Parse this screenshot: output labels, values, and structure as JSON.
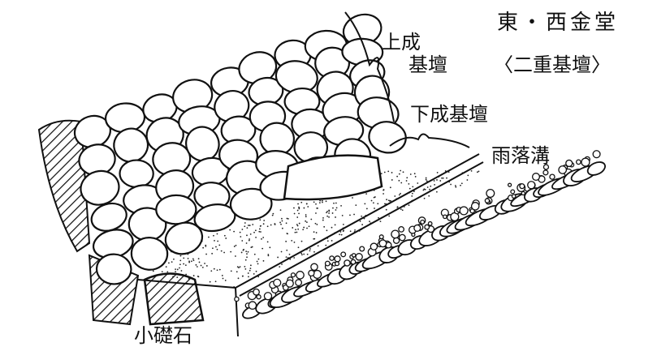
{
  "title": "東・西金堂",
  "subtitle": "〈二重基壇〉",
  "labels": {
    "upper_platform_line1": "上成",
    "upper_platform_line2": "基壇",
    "lower_platform": "下成基壇",
    "rain_gutter": "雨落溝",
    "small_foundation_stone": "小礎石"
  }
}
